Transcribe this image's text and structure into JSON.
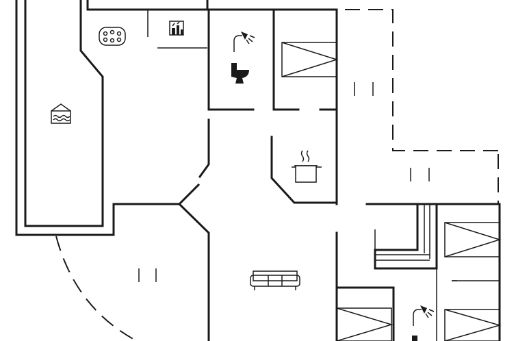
{
  "plan": {
    "rooms": [
      {
        "id": "pool",
        "icon": "swimming-pool-icon"
      },
      {
        "id": "spa",
        "icon": "whirlpool-icon"
      },
      {
        "id": "sauna",
        "icon": "sauna-icon"
      },
      {
        "id": "bathroom-top",
        "icon": "shower-icon",
        "fixtures": [
          "toilet-icon"
        ]
      },
      {
        "id": "bedroom-top",
        "icon": "bed-icon"
      },
      {
        "id": "kitchen",
        "icon": "cooking-pot-icon"
      },
      {
        "id": "living-room",
        "icon": "sofa-icon"
      },
      {
        "id": "bedroom-right",
        "icon": "bed-icon"
      },
      {
        "id": "bedroom-bottom-left",
        "icon": "bed-icon"
      },
      {
        "id": "bedroom-bottom-right",
        "icon": "bed-icon"
      },
      {
        "id": "bathroom-bottom",
        "icon": "shower-icon"
      }
    ],
    "colors": {
      "wall": "#1a1a1a",
      "background": "#ffffff"
    }
  }
}
